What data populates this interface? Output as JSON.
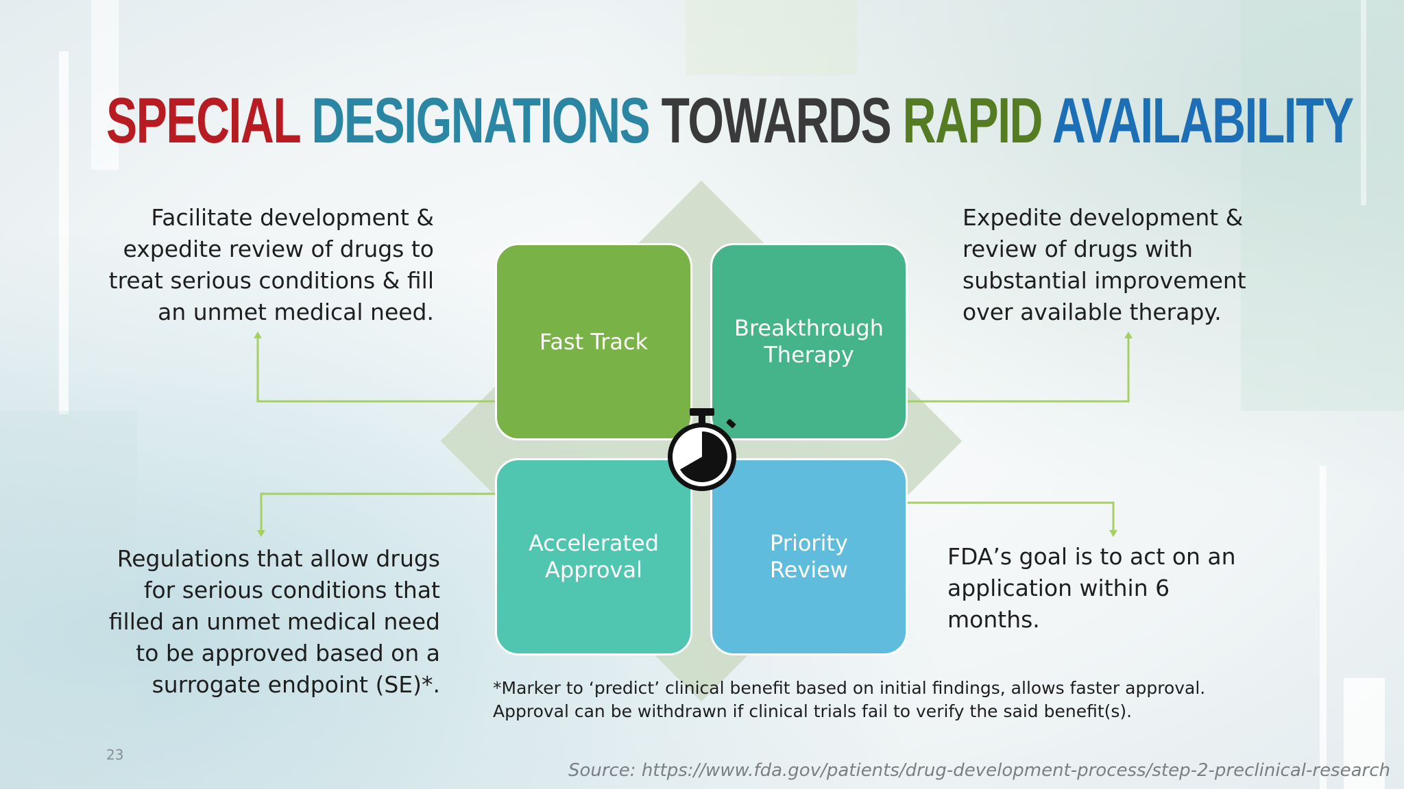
{
  "title": {
    "word1": "SPECIAL",
    "word2": "DESIGNATIONS",
    "word3": "TOWARDS",
    "word4": "RAPID",
    "word5": "AVAILABILITY"
  },
  "colors": {
    "title_red": "#b71c23",
    "title_teal": "#2b86a4",
    "title_dark": "#3a3a3a",
    "title_olive": "#557c22",
    "title_blue": "#1c6fb5",
    "fast_track": "#79b246",
    "breakthrough": "#46b48a",
    "accelerated": "#50c6b0",
    "priority": "#5fbcdd",
    "connector": "#a6cf63"
  },
  "tiles": {
    "fast_track": "Fast Track",
    "breakthrough": "Breakthrough\nTherapy",
    "accelerated": "Accelerated\nApproval",
    "priority": "Priority\nReview"
  },
  "center_icon": "stopwatch-icon",
  "descriptions": {
    "fast_track": "Facilitate development &\nexpedite review of drugs to\ntreat serious conditions & fill\nan unmet medical need.",
    "breakthrough": "Expedite development &\nreview of drugs with\nsubstantial improvement\nover available therapy.",
    "accelerated": "Regulations that allow drugs\nfor serious conditions that\nfilled an unmet medical need\nto be approved based on a\nsurrogate endpoint (SE)*.",
    "priority": "FDA’s goal is to act on an\napplication within 6\nmonths."
  },
  "footnote": "*Marker to ‘predict’ clinical benefit based on initial findings, allows faster approval.\nApproval can be withdrawn if clinical trials fail to verify the said benefit(s).",
  "source": "Source: https://www.fda.gov/patients/drug-development-process/step-2-preclinical-research",
  "page_number": "23"
}
